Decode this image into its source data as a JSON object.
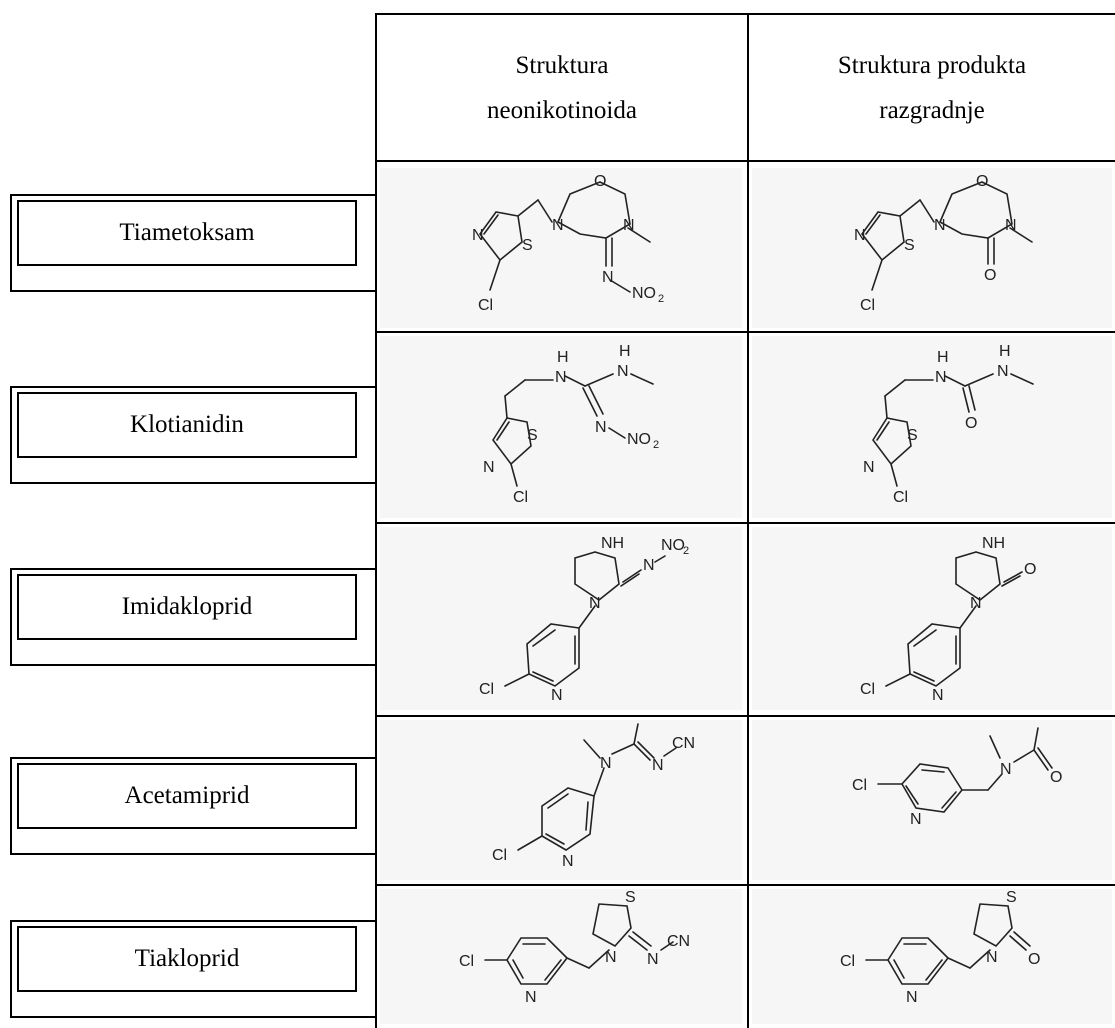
{
  "header": {
    "col1_line1": "Struktura",
    "col1_line2": "neonikotinoida",
    "col2_line1": "Struktura produkta",
    "col2_line2": "razgradnje"
  },
  "rows": [
    {
      "name": "Tiametoksam"
    },
    {
      "name": "Klotianidin"
    },
    {
      "name": "Imidakloprid"
    },
    {
      "name": "Acetamiprid"
    },
    {
      "name": "Tiakloprid"
    }
  ],
  "atoms": {
    "O": "O",
    "N": "N",
    "S": "S",
    "Cl": "Cl",
    "H": "H",
    "NH": "NH",
    "NO2": "NO",
    "two": "2",
    "CN": "CN"
  }
}
